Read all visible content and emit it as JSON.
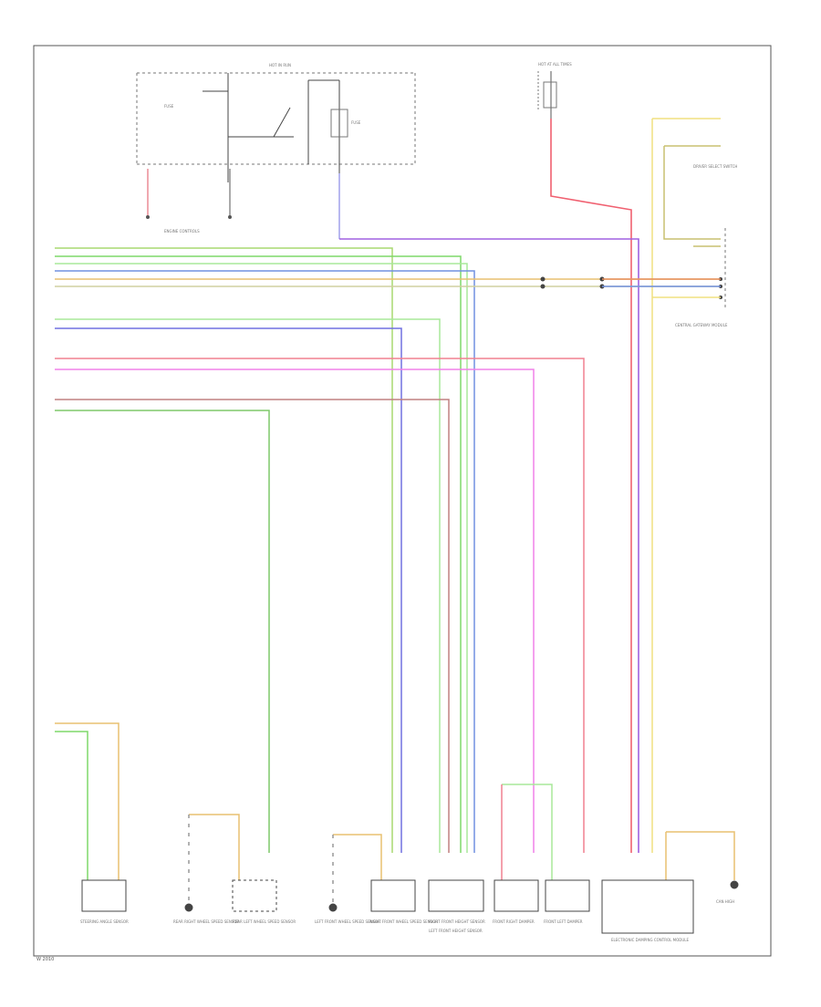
{
  "diagram": {
    "footer_code": "W 2010",
    "top_labels": {
      "hot_in_run": "HOT IN RUN",
      "hot_at_all_times": "HOT AT ALL TIMES",
      "fuse_label": "FUSE",
      "engine_controls": "ENGINE CONTROLS"
    },
    "right_side_labels": {
      "driver_control_module": "DRIVER SELECT SWITCH",
      "panel_label": "CENTRAL GATEWAY MODULE"
    },
    "bottom_components": [
      "STEERING ANGLE SENSOR",
      "REAR RIGHT WHEEL SPEED SENSOR",
      "REAR LEFT WHEEL SPEED SENSOR",
      "LEFT FRONT WHEEL SPEED SENSOR",
      "RIGHT FRONT WHEEL SPEED SENSOR",
      "RIGHT FRONT HEIGHT SENSOR",
      "LEFT FRONT HEIGHT SENSOR",
      "FRONT RIGHT DAMPER",
      "FRONT LEFT DAMPER",
      "ELECTRONIC DAMPING CONTROL MODULE",
      "CAN HIGH"
    ],
    "colors": {
      "green": "#7fd86a",
      "light_green": "#a8e89a",
      "yellow": "#f0e080",
      "orange": "#e8c070",
      "blue": "#7090e0",
      "violet": "#a060e0",
      "red": "#f06070",
      "pink": "#f080e8",
      "gray": "#999999"
    }
  }
}
